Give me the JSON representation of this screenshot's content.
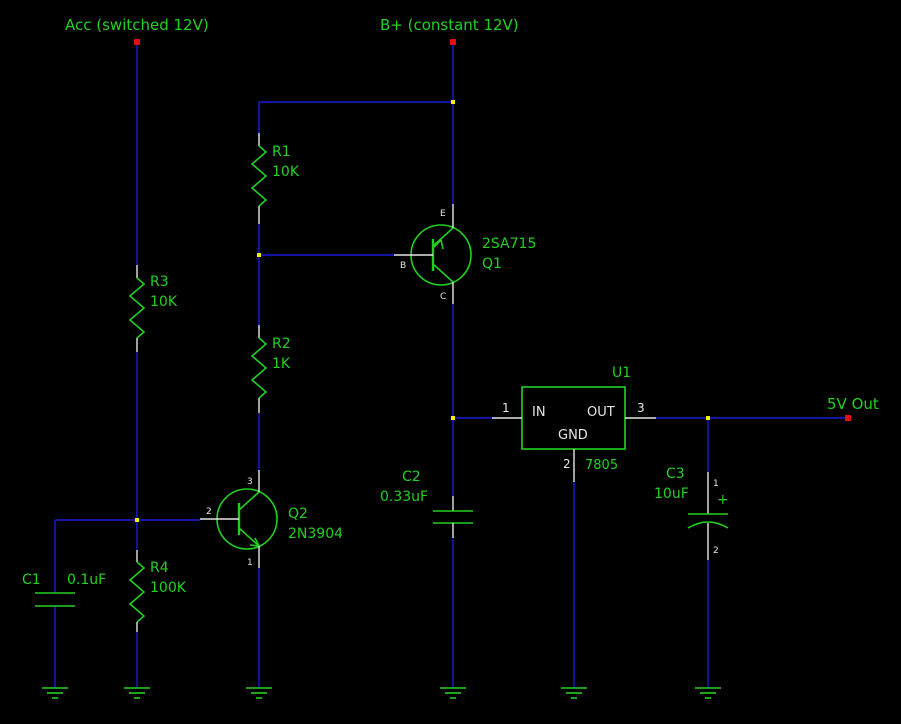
{
  "nets": {
    "acc": "Acc (switched 12V)",
    "bplus": "B+ (constant 12V)",
    "out": "5V Out"
  },
  "components": {
    "R1": {
      "ref": "R1",
      "value": "10K"
    },
    "R2": {
      "ref": "R2",
      "value": "1K"
    },
    "R3": {
      "ref": "R3",
      "value": "10K"
    },
    "R4": {
      "ref": "R4",
      "value": "100K"
    },
    "C1": {
      "ref": "C1",
      "value": "0.1uF"
    },
    "C2": {
      "ref": "C2",
      "value": "0.33uF"
    },
    "C3": {
      "ref": "C3",
      "value": "10uF",
      "plus": "+",
      "pin1": "1",
      "pin2": "2"
    },
    "Q1": {
      "ref": "Q1",
      "value": "2SA715",
      "pin_e": "E",
      "pin_b": "B",
      "pin_c": "C"
    },
    "Q2": {
      "ref": "Q2",
      "value": "2N3904",
      "pin_b": "2",
      "pin_c": "3",
      "pin_e": "1"
    },
    "U1": {
      "ref": "U1",
      "value": "7805",
      "pin_in": "IN",
      "pin_out": "OUT",
      "pin_gnd": "GND",
      "num_in": "1",
      "num_out": "3",
      "num_gnd": "2"
    }
  },
  "colors": {
    "background": "#000000",
    "wire": "#1b1bd8",
    "component": "#22d022",
    "pin": "#e6e6e6",
    "junction": "#f2f200",
    "port": "#e01010"
  }
}
